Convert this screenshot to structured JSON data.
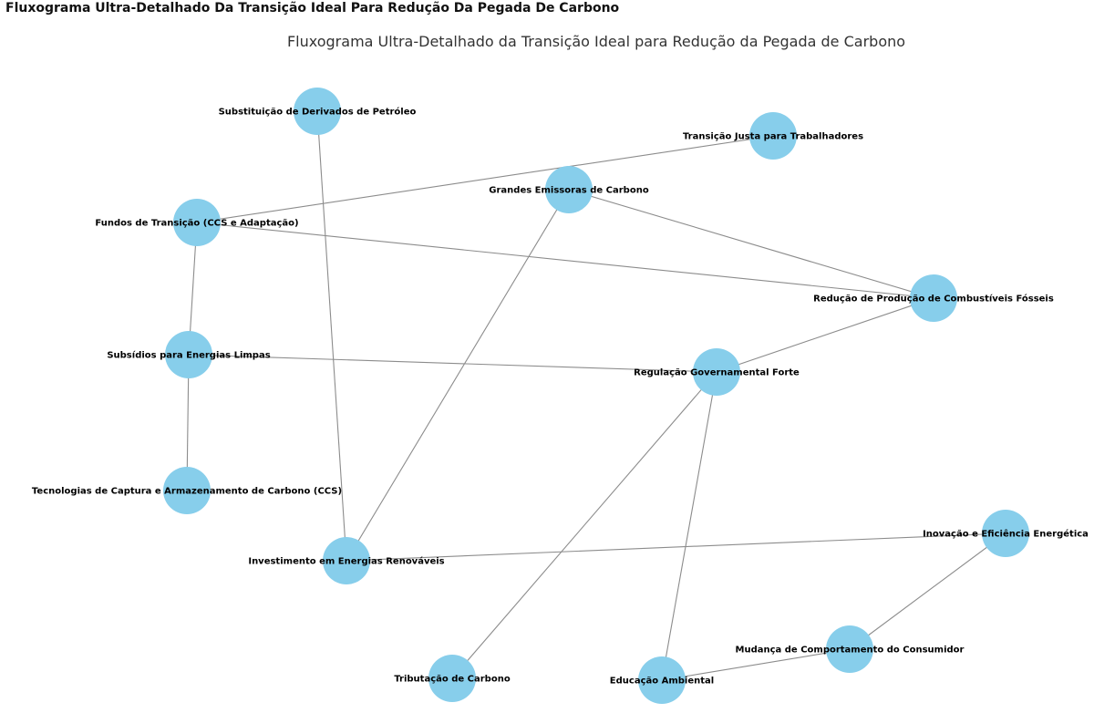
{
  "page_title": "Fluxograma Ultra-Detalhado Da Transição Ideal Para Redução Da Pegada De Carbono",
  "chart_data": {
    "type": "network",
    "title": "Fluxograma Ultra-Detalhado da Transição Ideal para Redução da Pegada de Carbono",
    "colors": {
      "node": "#87ceeb",
      "edge": "#8c8c8c",
      "label": "#000000"
    },
    "nodes": [
      {
        "id": "substituicao",
        "label": "Substituição de Derivados de Petróleo"
      },
      {
        "id": "transicao_justa",
        "label": "Transição Justa para Trabalhadores"
      },
      {
        "id": "grandes_emissoras",
        "label": "Grandes Emissoras de Carbono"
      },
      {
        "id": "fundos",
        "label": "Fundos de Transição (CCS e Adaptação)"
      },
      {
        "id": "reducao_producao",
        "label": "Redução de Produção de Combustíveis Fósseis"
      },
      {
        "id": "subsidios",
        "label": "Subsídios para Energias Limpas"
      },
      {
        "id": "regulacao",
        "label": "Regulação Governamental Forte"
      },
      {
        "id": "ccs",
        "label": "Tecnologias de Captura e Armazenamento de Carbono (CCS)"
      },
      {
        "id": "inovacao",
        "label": "Inovação e Eficiência Energética"
      },
      {
        "id": "investimento",
        "label": "Investimento em Energias Renováveis"
      },
      {
        "id": "mudanca",
        "label": "Mudança de Comportamento do Consumidor"
      },
      {
        "id": "tributacao",
        "label": "Tributação de Carbono"
      },
      {
        "id": "educacao",
        "label": "Educação Ambiental"
      }
    ],
    "edges": [
      [
        "fundos",
        "transicao_justa"
      ],
      [
        "fundos",
        "reducao_producao"
      ],
      [
        "fundos",
        "subsidios"
      ],
      [
        "grandes_emissoras",
        "reducao_producao"
      ],
      [
        "grandes_emissoras",
        "investimento"
      ],
      [
        "substituicao",
        "investimento"
      ],
      [
        "reducao_producao",
        "regulacao"
      ],
      [
        "subsidios",
        "regulacao"
      ],
      [
        "subsidios",
        "ccs"
      ],
      [
        "regulacao",
        "tributacao"
      ],
      [
        "regulacao",
        "educacao"
      ],
      [
        "investimento",
        "inovacao"
      ],
      [
        "inovacao",
        "mudanca"
      ],
      [
        "mudanca",
        "educacao"
      ]
    ]
  }
}
